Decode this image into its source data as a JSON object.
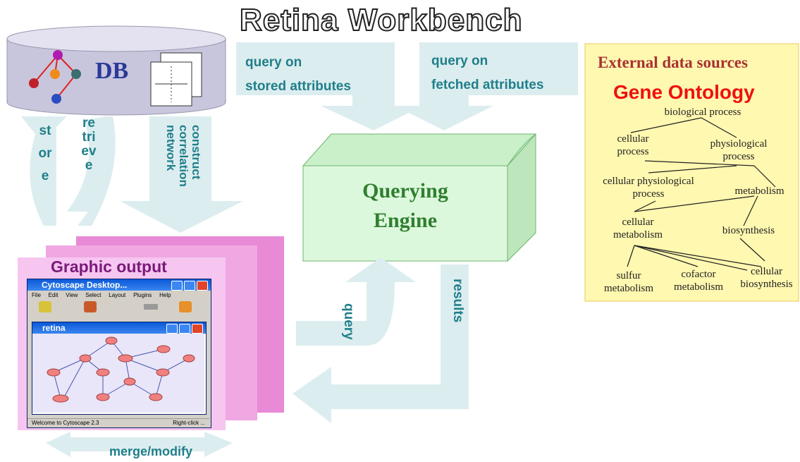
{
  "title": "Retina Workbench",
  "db": {
    "label": "DB"
  },
  "arrows": {
    "store": "store",
    "retrieve": "retrieve",
    "construct": "construct correlation network",
    "construct_lines": [
      "construct",
      "correlation",
      "network"
    ],
    "query_stored": [
      "query on",
      "stored attributes"
    ],
    "query_fetched": [
      "query on",
      "fetched attributes"
    ],
    "query": "query",
    "results": "results",
    "merge": "merge/modify"
  },
  "engine": {
    "line1": "Querying",
    "line2": "Engine"
  },
  "graphic_output": {
    "heading": "Graphic output",
    "app_window_title": "Cytoscape Desktop...",
    "menu": [
      "File",
      "Edit",
      "View",
      "Select",
      "Layout",
      "Plugins",
      "Help"
    ],
    "network_window_title": "retina",
    "status_left": "Welcome to Cytoscape 2.3",
    "status_right": "Right-click ..."
  },
  "external": {
    "heading": "External data sources",
    "ontology_title": "Gene Ontology",
    "nodes": [
      "biological process",
      "cellular process",
      "physiological process",
      "cellular physiological process",
      "metabolism",
      "cellular metabolism",
      "biosynthesis",
      "sulfur metabolism",
      "cofactor metabolism",
      "cellular biosynthesis"
    ]
  },
  "colors": {
    "arrow_fill": "#dcedef",
    "arrow_text": "#1f7f8a",
    "engine_fill": "#dcf8dc",
    "engine_text": "#2f7f2f",
    "external_bg": "#fff8b0",
    "external_heading": "#a83232",
    "ontology_title": "#ee1111",
    "pink_back": "#e88ad6",
    "pink_front": "#f6c6f0",
    "db_fill": "#c8c6dc"
  }
}
